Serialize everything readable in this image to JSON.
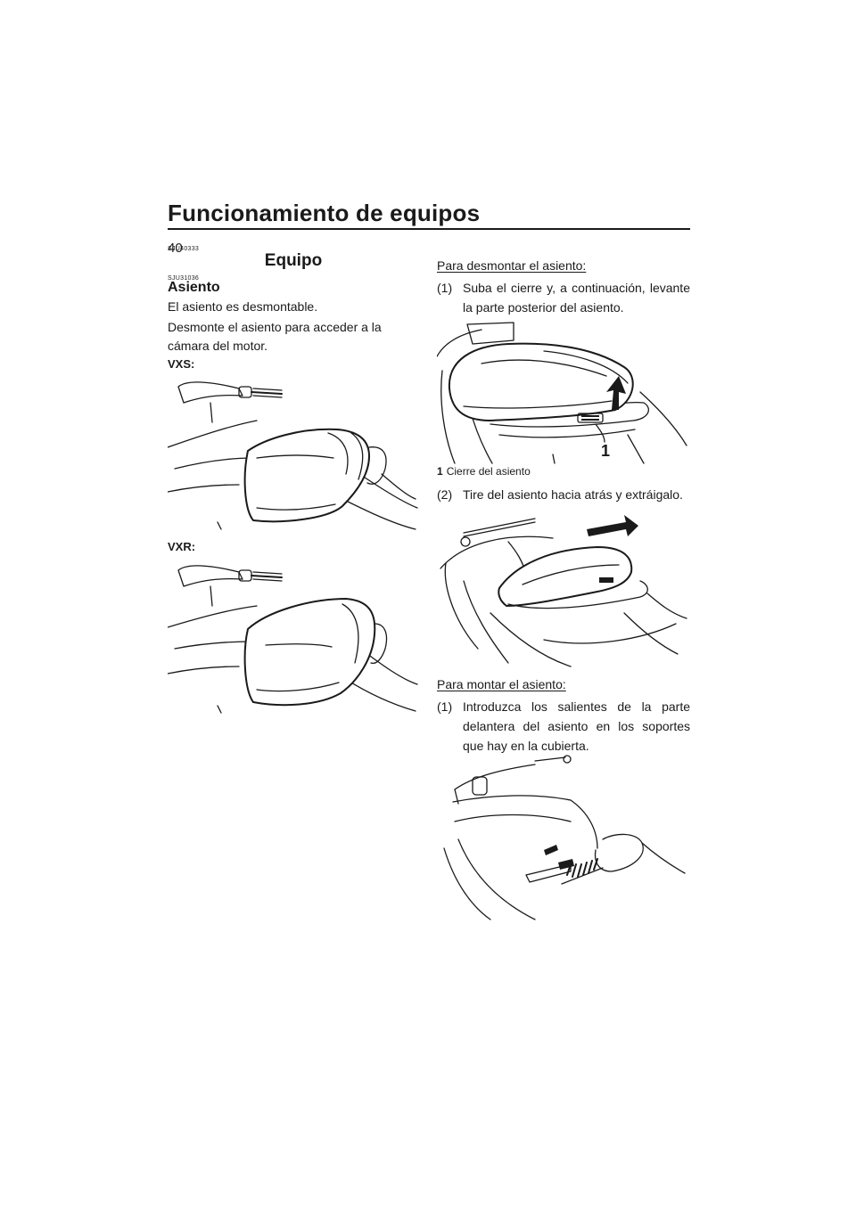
{
  "header": {
    "title": "Funcionamiento de equipos",
    "page_number": "40"
  },
  "left": {
    "section_code": "SJU40333",
    "section_title": "Equipo",
    "sub_code": "SJU31036",
    "sub_title": "Asiento",
    "p1": "El asiento es desmontable.",
    "p2": "Desmonte el asiento para acceder a la cámara del motor.",
    "label_vxs": "VXS:",
    "label_vxr": "VXR:"
  },
  "right": {
    "remove_heading": "Para desmontar el asiento:",
    "remove_steps": [
      {
        "num": "(1)",
        "text": "Suba el cierre y, a continuación, levante la parte posterior del asiento."
      },
      {
        "num": "(2)",
        "text": "Tire del asiento hacia atrás y extráigalo."
      }
    ],
    "callout_number": "1",
    "caption_number": "1",
    "caption_text": "Cierre del asiento",
    "install_heading": "Para montar el asiento:",
    "install_steps": [
      {
        "num": "(1)",
        "text": "Introduzca los salientes de la parte delantera del asiento en los soportes que hay en la cubierta."
      }
    ]
  },
  "icons": {
    "seat_vxs": "jetski-seat-vxs-illustration",
    "seat_vxr": "jetski-seat-vxr-illustration",
    "seat_lift": "seat-lift-illustration",
    "seat_pull": "seat-pull-illustration",
    "seat_install": "seat-install-illustration"
  }
}
